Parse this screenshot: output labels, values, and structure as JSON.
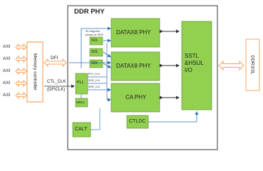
{
  "colors": {
    "block_fill": "#92D050",
    "block_stroke": "#5E8A2E",
    "arrow_orange": "#F4A460",
    "arrow_dark": "#333333",
    "arrow_blue": "#2E75B6",
    "phy_border": "#555555"
  },
  "phy": {
    "title": "DDR PHY"
  },
  "axi_ports": [
    "AXI",
    "AXI",
    "AXI",
    "AXI",
    "AXI"
  ],
  "memory_controller": {
    "label": "Memory controller"
  },
  "dfi": {
    "label": "DFI"
  },
  "ctl_clk": {
    "label_1": "CTL_CLK",
    "label_2": "(DFICLK)"
  },
  "phase_note": {
    "line_1": "90 degrees",
    "line_2": "phase of SDR"
  },
  "sdl_blocks": [
    "SDL",
    "SDL",
    "SDL"
  ],
  "pll": {
    "label": "PLL"
  },
  "mdll": {
    "label": "MDLL"
  },
  "clk_labels": {
    "phy_clk": "PHY_CLK",
    "sdr_clk": "SDR_CLK",
    "ddr_clk": "DDR_CLK"
  },
  "phy_blocks": [
    "DATAX8 PHY",
    "DATAX8 PHY",
    "CA PHY"
  ],
  "sstl": {
    "line_1": "SSTL",
    "line_2": "&HSUL",
    "line_3": "I/O"
  },
  "calt": {
    "label": "CALT"
  },
  "ctldc": {
    "label": "CTLDC"
  },
  "ddr_port": {
    "label": "DDR3/3L"
  }
}
